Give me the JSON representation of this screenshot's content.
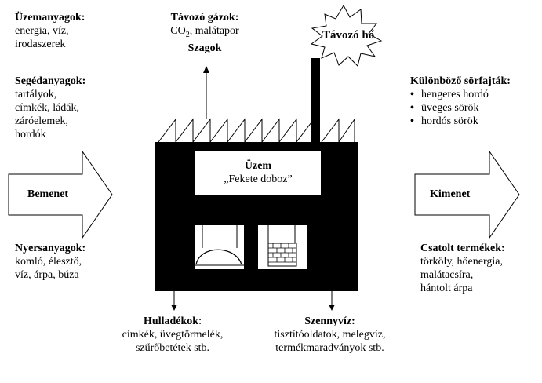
{
  "inputs": {
    "fuels": {
      "title": "Üzemanyagok:",
      "lines": [
        "energia, víz,",
        "irodaszerek"
      ]
    },
    "aux": {
      "title": "Segédanyagok:",
      "lines": [
        "tartályok,",
        "címkék, ládák,",
        "záróelemek,",
        "hordók"
      ]
    },
    "raw": {
      "title": "Nyersanyagok:",
      "lines": [
        "komló, élesztő,",
        "víz, árpa, búza"
      ]
    }
  },
  "gases": {
    "title": "Távozó gázok:",
    "line_prefix": "CO",
    "line_sub": "2",
    "line_suffix": ", malátapor",
    "odors": "Szagok"
  },
  "heat": {
    "label": "Távozó hő"
  },
  "beers": {
    "title": "Különböző sörfajták:",
    "items": [
      "hengeres hordó",
      "üveges sörök",
      "hordós sörök"
    ]
  },
  "input_arrow": {
    "label": "Bemenet"
  },
  "output_arrow": {
    "label": "Kimenet"
  },
  "plant": {
    "title": "Üzem",
    "subtitle": "„Fekete doboz”"
  },
  "byproducts": {
    "title": "Csatolt termékek:",
    "lines": [
      "törköly, hőenergia,",
      "malátacsíra,",
      "hántolt árpa"
    ]
  },
  "waste": {
    "title": "Hulladékok",
    "title_suffix": ":",
    "lines": [
      "címkék, üvegtörmelék,",
      "szűrőbetétek stb."
    ]
  },
  "wastewater": {
    "title": "Szennyvíz:",
    "lines": [
      "tisztítóoldatok, melegvíz,",
      "termékmaradványok stb."
    ]
  }
}
